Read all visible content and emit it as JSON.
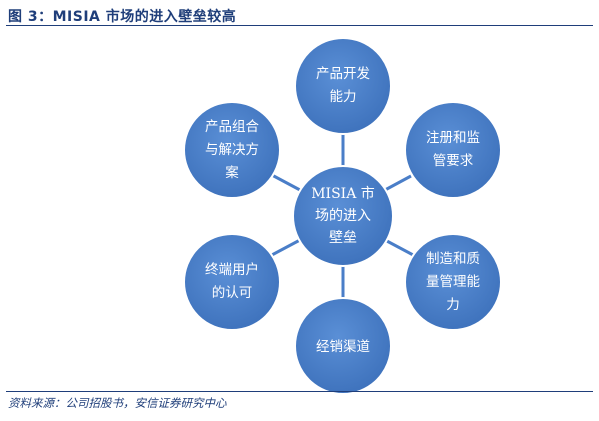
{
  "header": {
    "title": "图 3：MISIA 市场的进入壁垒较高"
  },
  "diagram": {
    "center": {
      "lines": [
        "MISIA 市",
        "场的进入",
        "壁垒"
      ]
    },
    "nodes": [
      {
        "id": "product-dev",
        "lines": [
          "产品开发",
          "能力"
        ]
      },
      {
        "id": "registration",
        "lines": [
          "注册和监",
          "管要求"
        ]
      },
      {
        "id": "manufacturing",
        "lines": [
          "制造和质",
          "量管理能",
          "力"
        ]
      },
      {
        "id": "sales-channel",
        "lines": [
          "经销渠道"
        ]
      },
      {
        "id": "end-user",
        "lines": [
          "终端用户",
          "的认可"
        ]
      },
      {
        "id": "product-portfolio",
        "lines": [
          "产品组合",
          "与解决方",
          "案"
        ]
      }
    ],
    "colors": {
      "node_fill": "#4a7ec8",
      "node_stroke": "#2f5f9e",
      "connector": "#4a7ec8",
      "text": "#ffffff"
    }
  },
  "footer": {
    "source": "资料来源：公司招股书，安信证券研究中心"
  }
}
